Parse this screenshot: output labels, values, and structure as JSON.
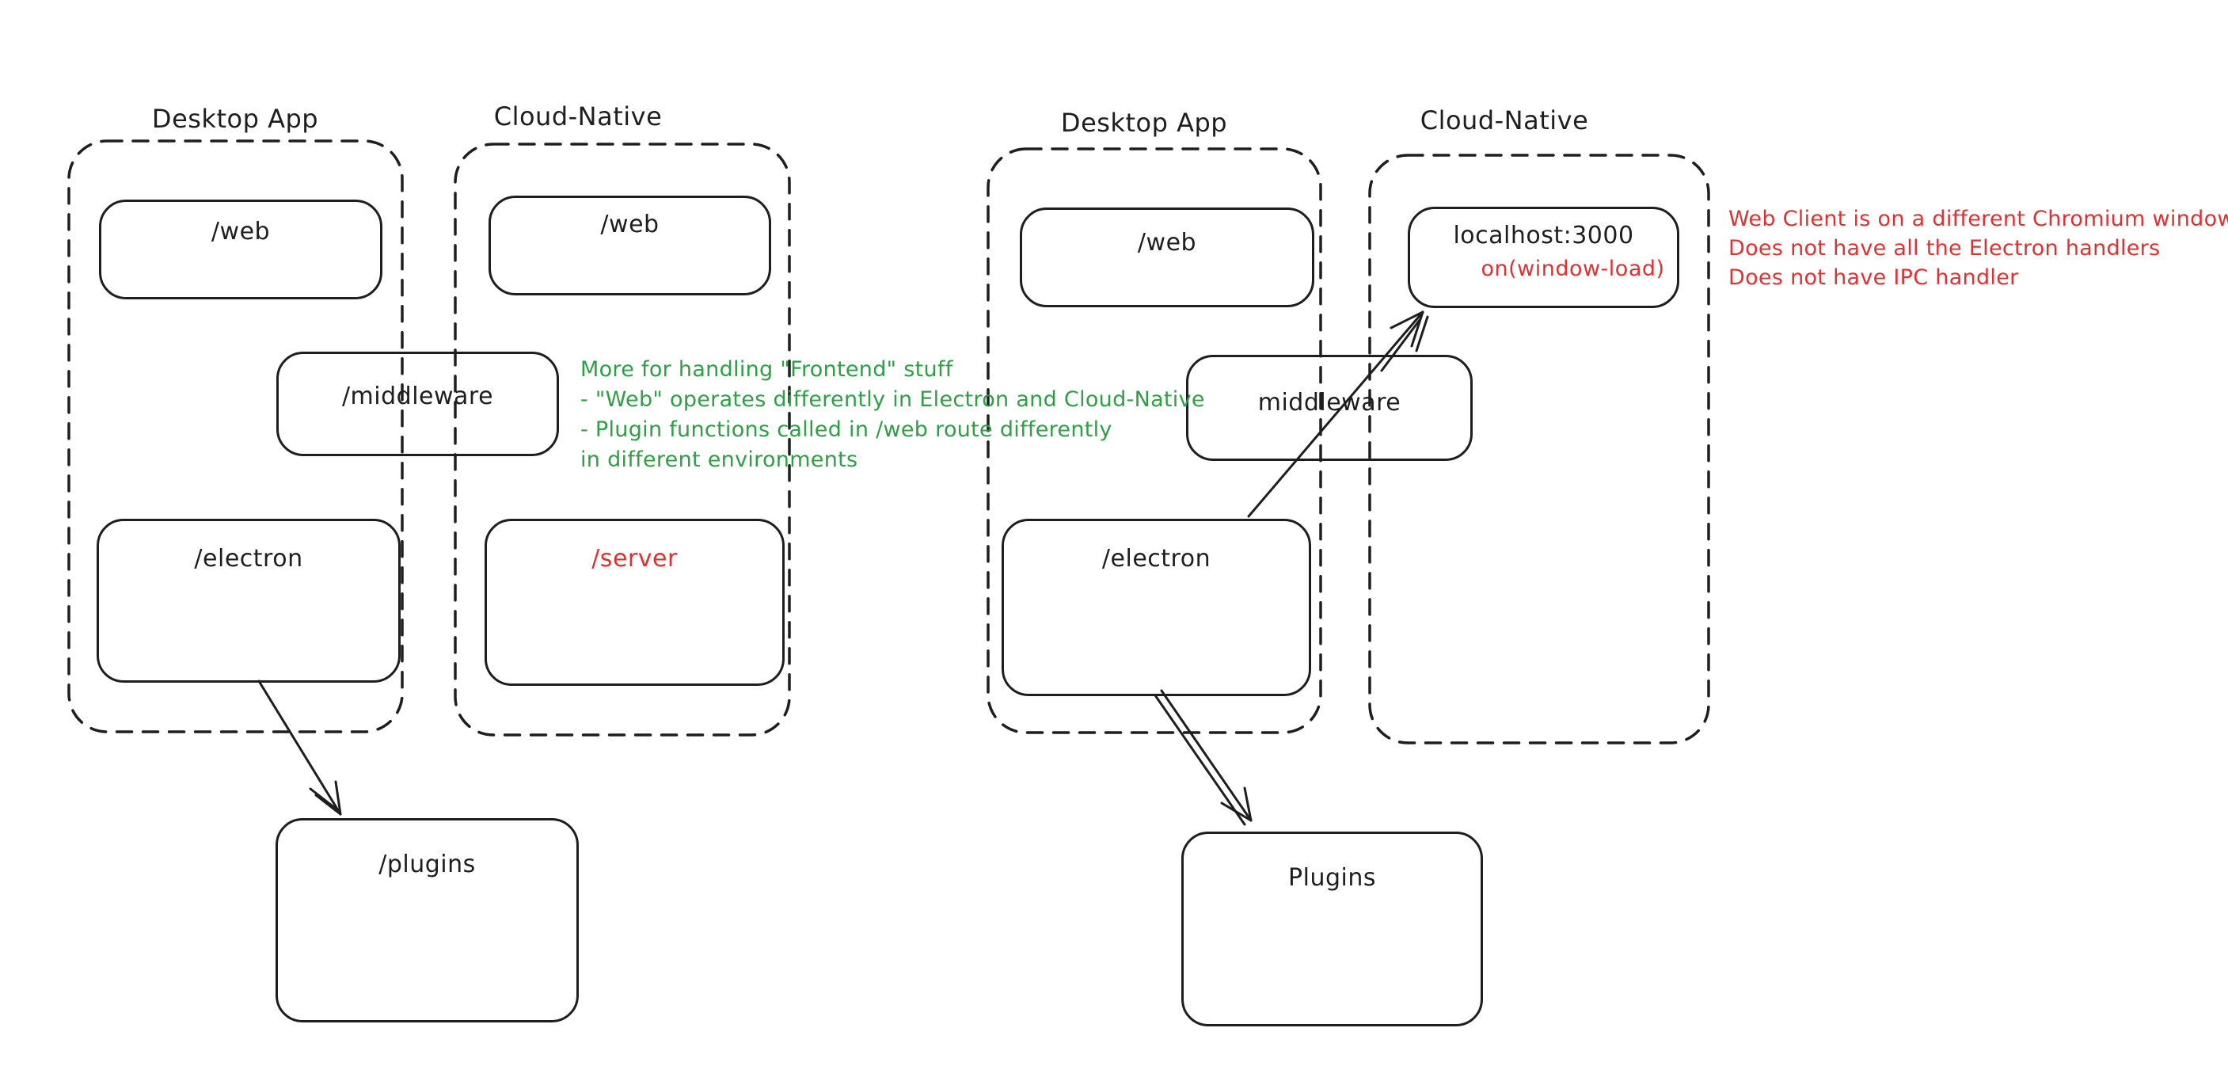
{
  "canvas": {
    "background": "#ffffff",
    "ink_color": "#1e1e1e",
    "green_color": "#2f9e44",
    "red_color": "#e03131"
  },
  "left": {
    "desktop_label": "Desktop App",
    "cloud_label": "Cloud-Native",
    "boxes": {
      "web_desktop": "/web",
      "web_cloud": "/web",
      "middleware": "/middleware",
      "electron": "/electron",
      "server": "/server",
      "plugins": "/plugins"
    },
    "note": {
      "lines": [
        "More for handling \"Frontend\" stuff",
        "- \"Web\" operates differently in Electron and Cloud-Native",
        "- Plugin functions called in /web route differently",
        "in different environments"
      ]
    }
  },
  "right": {
    "desktop_label": "Desktop App",
    "cloud_label": "Cloud-Native",
    "boxes": {
      "web": "/web",
      "localhost": "localhost:3000",
      "window_load": "on(window-load)",
      "middleware": "middleware",
      "electron": "/electron",
      "plugins": "Plugins"
    },
    "note": {
      "lines": [
        "Web Client is on a different Chromium window",
        "Does not have all the Electron handlers",
        "Does not have IPC handler"
      ]
    }
  }
}
